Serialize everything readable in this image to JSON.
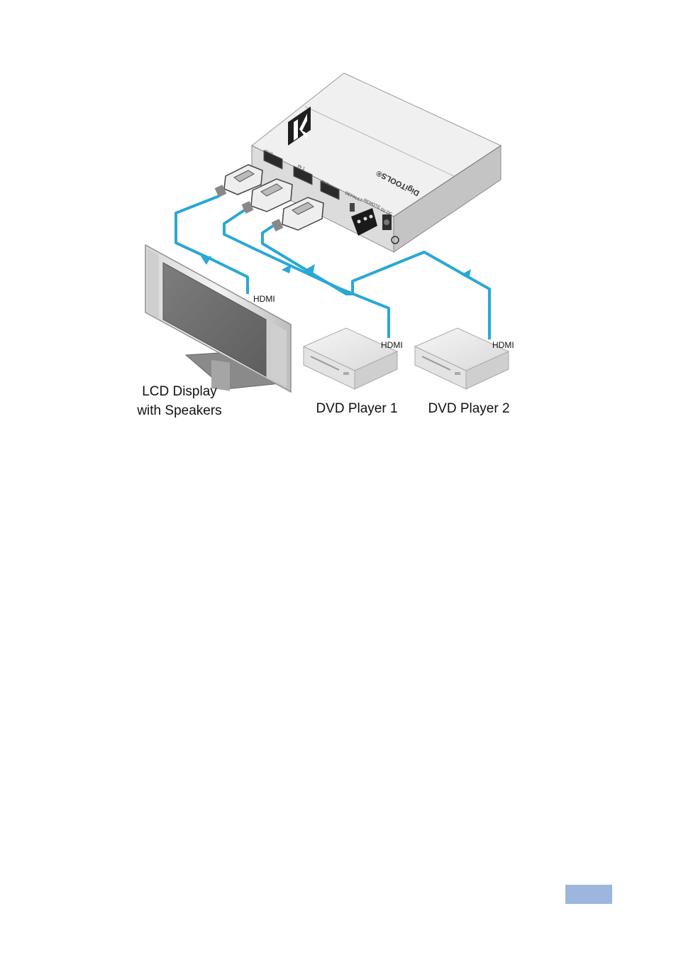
{
  "device": {
    "brand_text": "DigiTOOLS®",
    "ports": [
      "OUT",
      "IN 1",
      "IN 2",
      "DEFAULT",
      "REMOTE",
      "5V DC"
    ]
  },
  "labels": {
    "display": [
      "LCD Display",
      "with Speakers"
    ],
    "player1": "DVD Player 1",
    "player2": "DVD Player 2",
    "cable": "HDMI"
  },
  "colors": {
    "cable": "#29a8d6",
    "page_tab": "#9cb6dd"
  }
}
